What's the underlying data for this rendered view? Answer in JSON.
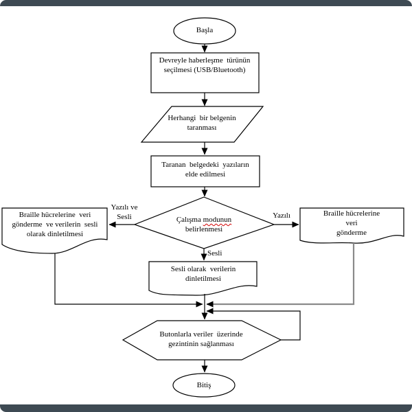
{
  "window": {
    "bar_color": "#3e4a53",
    "background": "#ffffff"
  },
  "colors": {
    "shape_stroke": "#000000",
    "gray_connector": "#8a8a8a",
    "spellcheck_underline": "#d40000"
  },
  "nodes": {
    "start": {
      "label": "Başla",
      "shape": "oval"
    },
    "select_comm": {
      "label": "Devreyle haberleşme  türünün\nseçilmesi (USB/Bluetooth)",
      "shape": "rectangle"
    },
    "scan_doc": {
      "label": "Herhangi  bir belgenin\ntaranması",
      "shape": "parallelogram"
    },
    "get_text": {
      "label": "Taranan  belgedeki  yazıların\nelde edilmesi",
      "shape": "rectangle"
    },
    "decision": {
      "shape": "diamond",
      "text_before": "Çalışma ",
      "text_misspelled": "modunun",
      "text_after": "\nbelirlenmesi"
    },
    "braille_and_audio": {
      "label": "Braille hücrelerine  veri\ngönderme  ve verilerin  sesli\nolarak dinletilmesi",
      "shape": "document"
    },
    "braille_only": {
      "label": "Braille hücrelerine  veri\ngönderme",
      "shape": "document"
    },
    "audio_only": {
      "label": "Sesli olarak  verilerin\ndinletilmesi",
      "shape": "document"
    },
    "navigate": {
      "label": "Butonlarla veriler  üzerinde\ngezintinin sağlanması",
      "shape": "hexagon"
    },
    "end": {
      "label": "Bitiş",
      "shape": "oval"
    }
  },
  "edge_labels": {
    "left_branch": "Yazılı ve\nSesli",
    "right_branch": "Yazılı",
    "down_branch": "Sesli"
  }
}
